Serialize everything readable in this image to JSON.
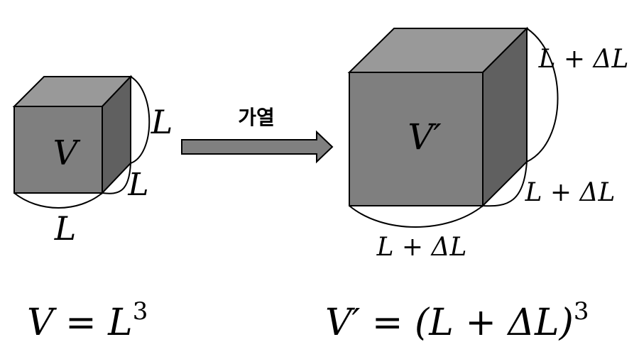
{
  "small_cube": {
    "volume_label": "V",
    "edge_label_right": "L",
    "edge_label_depth": "L",
    "edge_label_bottom": "L"
  },
  "arrow": {
    "label": "가열"
  },
  "large_cube": {
    "volume_label": "V′",
    "edge_label_right": "L + ΔL",
    "edge_label_depth": "L + ΔL",
    "edge_label_bottom": "L + ΔL"
  },
  "formulas": {
    "small_lhs": "V = L",
    "small_exp": "3",
    "large_lhs": "V′ = (L + ΔL)",
    "large_exp": "3"
  },
  "colors": {
    "cube_top": "#999999",
    "cube_front": "#7f7f7f",
    "cube_side": "#606060",
    "arrow_fill": "#808080",
    "outline": "#000000"
  }
}
